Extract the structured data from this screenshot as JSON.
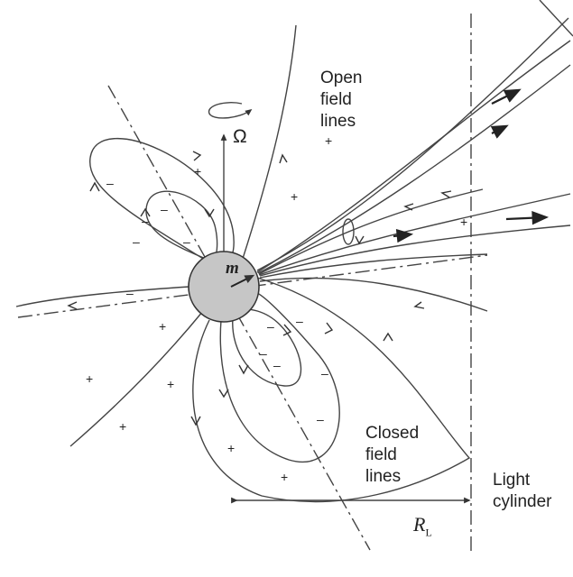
{
  "diagram": {
    "omega_symbol": "Ω",
    "magnetic_moment_symbol": "m",
    "open_field_lines": [
      "Open",
      "field",
      "lines"
    ],
    "closed_field_lines": [
      "Closed",
      "field",
      "lines"
    ],
    "light_cylinder": [
      "Light",
      "cylinder"
    ],
    "light_cylinder_radius": {
      "symbol": "R",
      "subscript": "L"
    },
    "charge_plus": "+",
    "charge_minus": "–"
  }
}
